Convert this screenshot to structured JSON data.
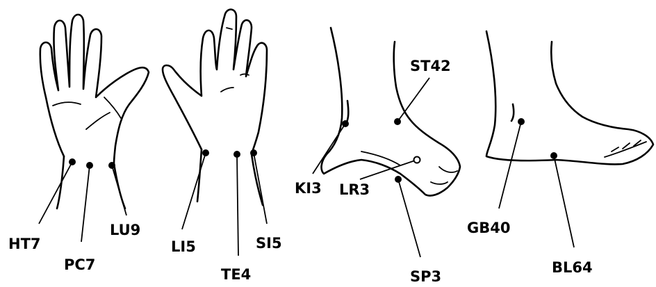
{
  "figure": {
    "colors": {
      "ink": "#000000",
      "background": "#ffffff"
    },
    "regions": [
      {
        "region": "left-hand-palm",
        "points": [
          "HT7",
          "PC7",
          "LU9"
        ]
      },
      {
        "region": "right-hand-dorsum",
        "points": [
          "LI5",
          "TE4",
          "SI5"
        ]
      },
      {
        "region": "medial-foot",
        "points": [
          "ST42",
          "KI3",
          "LR3",
          "SP3"
        ]
      },
      {
        "region": "lateral-foot",
        "points": [
          "GB40",
          "BL64"
        ]
      }
    ],
    "points": {
      "ht7": "HT7",
      "pc7": "PC7",
      "lu9": "LU9",
      "li5": "LI5",
      "te4": "TE4",
      "si5": "SI5",
      "st42": "ST42",
      "ki3": "KI3",
      "lr3": "LR3",
      "sp3": "SP3",
      "gb40": "GB40",
      "bl64": "BL64"
    }
  }
}
